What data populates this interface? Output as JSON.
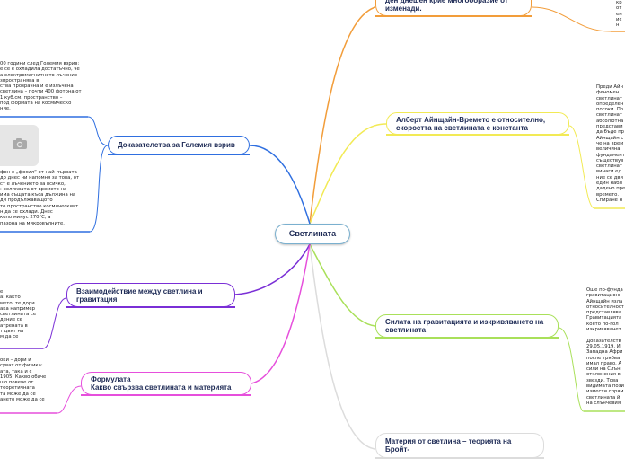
{
  "central": {
    "label": "Светлината"
  },
  "branches": {
    "top": "ден днешен крие многообразие от изменади.",
    "einstein": "Алберт Айнщайн-Времето е относително, скоростта на светлината е константа",
    "gravity_bend": "Силата на гравитацията и изкривяването на светлината",
    "matter_bose": "Материя от светлина – теорията на Бройт-",
    "big_bang": "Доказателства за Големия взрив",
    "interaction": "Взаимодействие между светлина и гравитация",
    "formula": "Формулата\nКакво свързва светлината и материята"
  },
  "notes": {
    "top_right": "кр\nот\nен\nис\nн",
    "einstein": "Преди Айн\nфеномен\nсветлинат\nопределен\nпосоки. По\nсветлинат\nабсолютна\nпредстави\nда бъде пр\nАйнщайн с\nче на врем\nвеличина.\nфундамент\nсъществув\nсветлинат\nвинаги ед\nние се дви\nедин набл\nдадено пре\nвремето.\nСпиране н",
    "gravity": "Още по-фунда\nгравитационн\nАйнщайн изла\nотносителност\nпредставлява\nГравитацията\nкоято по-гол\nизкривяванет\n\nДоказателств\n29.05.1919. И\nЗападна Афри\nпосле трябва\nимал право. А\nсили на Слън\nотклонения в\nзвезди. Това\nвидимата пози\nизмести спрям\nсветлината й\nна слънчевия",
    "matter": "..",
    "big_bang_top": "00 години след Големия взрив:\nе се е охладила достатъчно, че\nа електромагнитното лъчение\nзпространява в\nства прозрачна и е излъчена\nсветлина – почти 400 фотона от\n1 куб.см. пространство –\nпод формата на космическо\nние.",
    "big_bang_bottom": "фон е „фосил“ от най-първата\nдо днес ни напомня за това, от\nст е лъчението за всичко,\n: реликвата от времето на\nима същата къса дължина на\nди продължаващото\nто пространство космическият\nн да се охлади. Днес\nколо минус 270°С, а\nпазона на микровълните.",
    "interaction": "е\nа: както\nмето, те дори\nака например\nсветлината се\nдение се\nатрената в\nт цвят на\nм да се",
    "formula": "оки – дори и\nсуват от физика:\nата, така и с\n1905. Какво обаче\nщо повече от\nтеоретичната\nта може да се\nането може да се"
  },
  "colors": {
    "top": "#f29d3a",
    "einstein": "#f2ea55",
    "gravity_bend": "#a9e05a",
    "matter_bose": "#dcdcdc",
    "big_bang": "#2f6fe0",
    "interaction": "#7a2fd6",
    "formula": "#e64fdc",
    "central_border": "#7ab0cf"
  },
  "icons": {
    "photo": "camera-icon"
  }
}
